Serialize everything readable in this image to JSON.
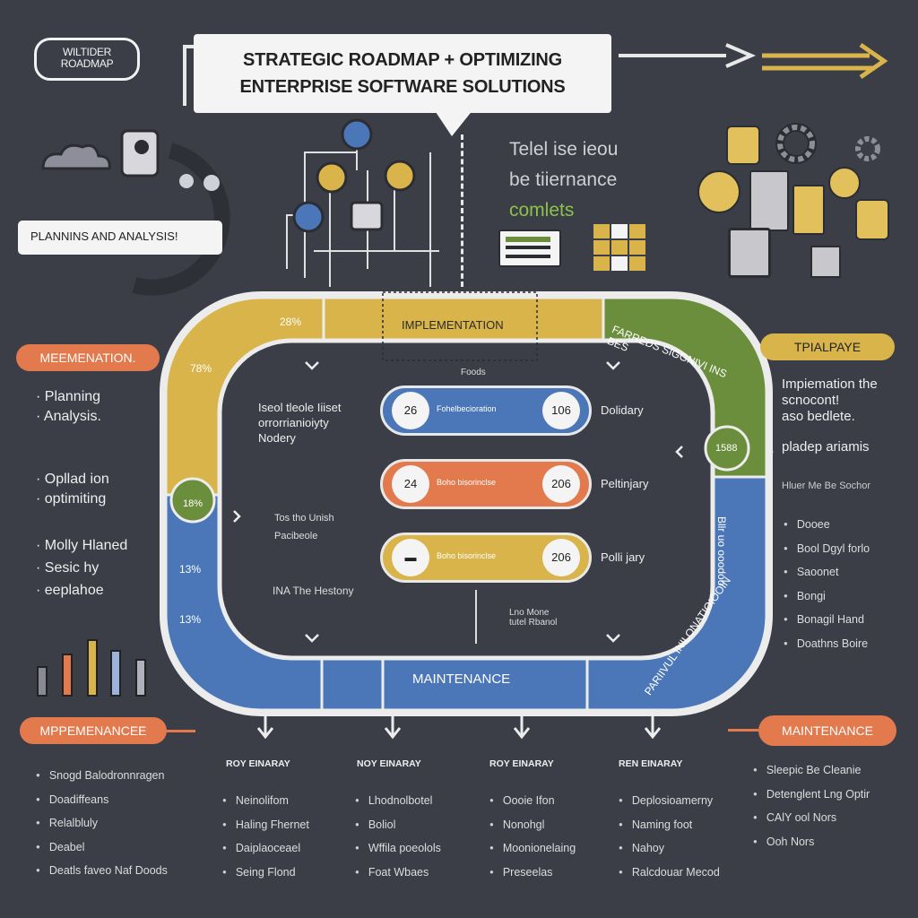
{
  "header": {
    "badge": "WILTIDER\nROADMAP",
    "title_line1": "STRATEGIC ROADMAP + OPTIMIZING",
    "title_line2": "ENTERPRISE SOFTWARE SOLUTIONS"
  },
  "planning_label": "PLANNINS AND ANALYSIS!",
  "center_text": {
    "line1": "Telel ise ieou",
    "line2": "be tiiernance",
    "line3": "comlets"
  },
  "ring": {
    "top_pct_1": "28%",
    "left_pct_1": "78%",
    "left_node": "18%",
    "left_pct_2": "13%",
    "left_pct_3": "13%",
    "right_node": "1588",
    "top_label": "IMPLEMENTATION",
    "top_right_arc": "FARREDS SIGGNIVI INS BES",
    "right_arc": "Bllr uo ooodoo",
    "bottom_right_arc": "PARIIVUL INILONATIOIOOIN",
    "bottom_label": "MAINTENANCE"
  },
  "left_panel": {
    "pill": "MEEMENATION.",
    "bullets_1": [
      "Planning",
      "Analysis."
    ],
    "bullets_2": [
      "Opllad ion",
      "optimiting"
    ],
    "bullets_3": [
      "Molly Hlaned",
      "Sesic hy",
      "eeplahoe"
    ]
  },
  "right_panel": {
    "pill": "TPIALPAYE",
    "text_1": "Impiemation the\nscnocont!\naso bedlete.",
    "text_2": "pladep ariamis",
    "note": "Hluer Me Be Sochor",
    "bullets": [
      "Dooee",
      "Bool Dgyl forlo",
      "Saoonet",
      "Bongi",
      "Bonagil Hand",
      "Doathns Boire"
    ]
  },
  "inner": {
    "top_label": "Foods",
    "text_block": "Iseol tleole Iiiset\norrorrianioiyty\nNodery",
    "mini_1": "Tos tho Unish",
    "mini_2": "Pacibeole",
    "history": "INA The Hestony",
    "note": "Lno Mone\ntutel Rbanol",
    "stages": [
      {
        "left_num": "26",
        "label": "Fohelbecioration",
        "right_num": "106",
        "right_label": "Dolidary",
        "color": "#4b77b8"
      },
      {
        "left_num": "24",
        "label": "Boho bisorinclse",
        "right_num": "206",
        "right_label": "Peltinjary",
        "color": "#e27a4d"
      },
      {
        "left_num": "",
        "label": "Boho bisorinclse",
        "right_num": "206",
        "right_label": "Polli jary",
        "color": "#d8b44a"
      }
    ]
  },
  "bottom": {
    "left_pill": "MPPEMENANCEE",
    "right_pill": "MAINTENANCE",
    "left_list": [
      "Snogd Balodronnragen",
      "Doadiffeans",
      "Relalbluly",
      "Deabel",
      "Deatls faveo Naf Doods"
    ],
    "columns": [
      {
        "head": "ROY EINARAY",
        "items": [
          "Neinolifom",
          "Haling Fhernet",
          "Daiplaoceael",
          "Seing Flond"
        ]
      },
      {
        "head": "NOY EINARAY",
        "items": [
          "Lhodnolbotel",
          "Boliol",
          "Wffila poeolols",
          "Foat Wbaes"
        ]
      },
      {
        "head": "ROY EINARAY",
        "items": [
          "Oooie Ifon",
          "Nonohgl",
          "Moonionelaing",
          "Preseelas"
        ]
      },
      {
        "head": "REN EINARAY",
        "items": [
          "Deplosioamerny",
          "Naming foot",
          "Nahoy",
          "Ralcdouar Mecod"
        ]
      }
    ],
    "right_list": [
      "Sleepic Be Cleanie",
      "Detenglent Lng Optir",
      "CAlY ool Nors",
      "Ooh Nors"
    ]
  },
  "colors": {
    "background": "#3b3e47",
    "yellow": "#d8b44a",
    "blue": "#4b77b8",
    "green": "#6b8e3c",
    "orange": "#e27a4d",
    "white": "#f4f4f4"
  },
  "icons": [
    "cloud-icon",
    "gear-icon",
    "database-icon",
    "document-icon",
    "monitor-icon",
    "user-icon",
    "grid-icon",
    "server-icon"
  ]
}
